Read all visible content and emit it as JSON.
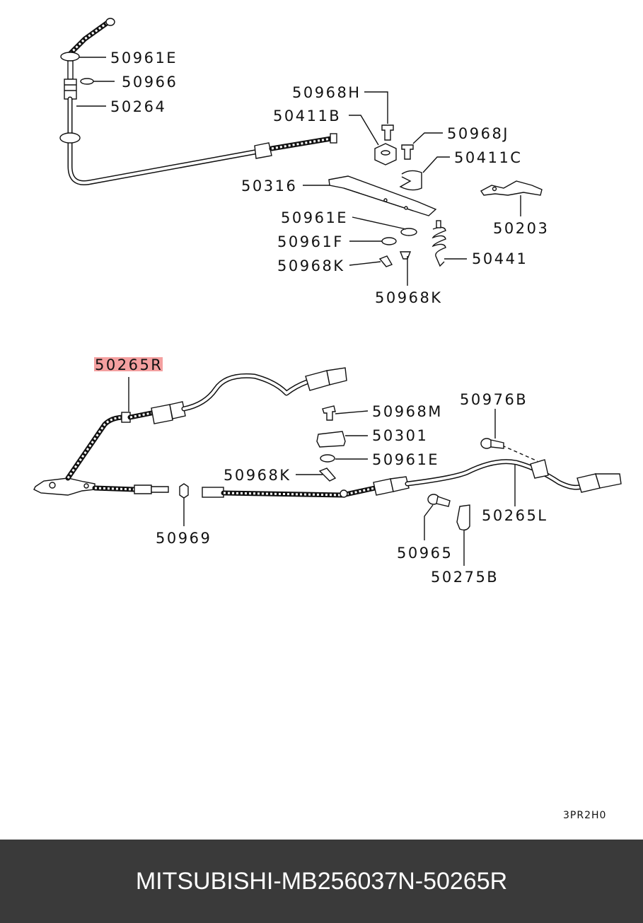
{
  "labels": {
    "l50961E_a": "50961E",
    "l50966": "50966",
    "l50264": "50264",
    "l50968H": "50968H",
    "l50411B": "50411B",
    "l50968J": "50968J",
    "l50411C": "50411C",
    "l50316": "50316",
    "l50203": "50203",
    "l50961E_b": "50961E",
    "l50961F": "50961F",
    "l50968K_a": "50968K",
    "l50441": "50441",
    "l50968K_b": "50968K",
    "l50265R": "50265R",
    "l50968M": "50968M",
    "l50976B": "50976B",
    "l50301": "50301",
    "l50961E_c": "50961E",
    "l50968K_c": "50968K",
    "l50265L": "50265L",
    "l50969": "50969",
    "l50965": "50965",
    "l50275B": "50275B"
  },
  "highlight_color": "#f4a0a0",
  "diagram_ref": "3PR2H0",
  "footer": {
    "brand": "MITSUBISHI",
    "separator": "-",
    "part_number": "MB256037",
    "position_code": "N",
    "callout": "50265R"
  }
}
